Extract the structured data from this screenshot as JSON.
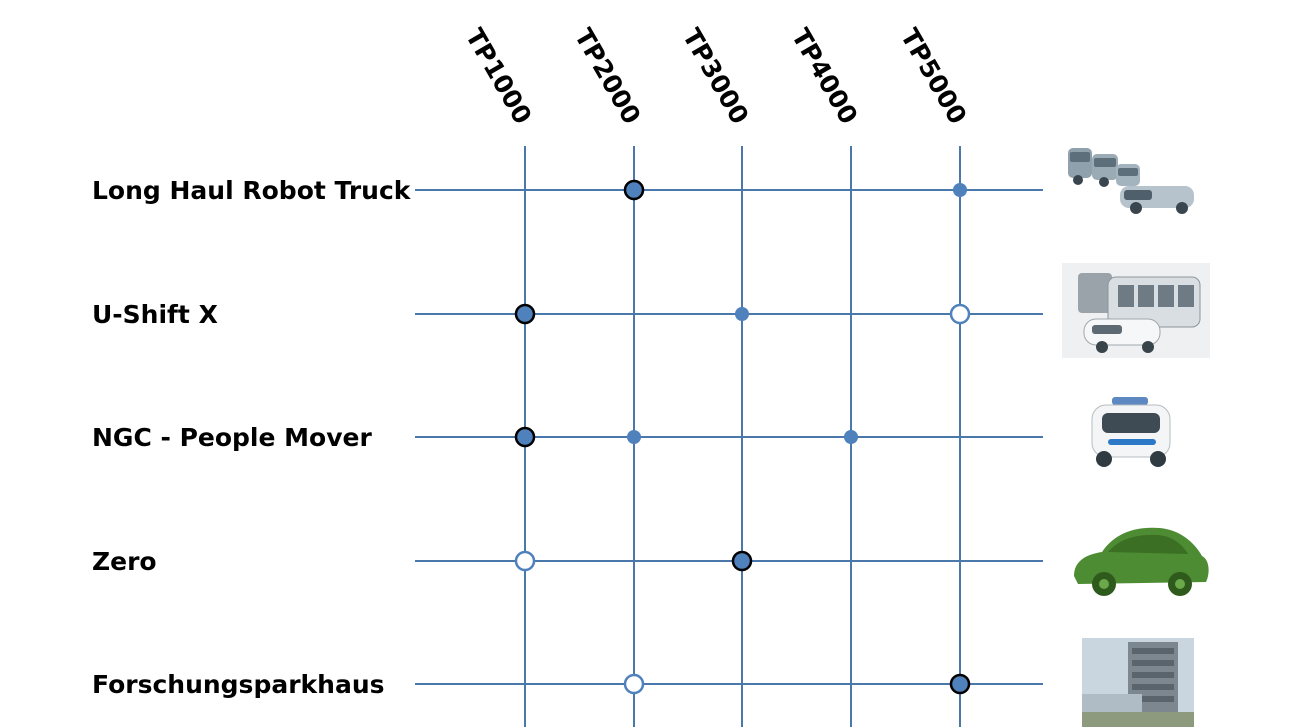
{
  "columns": [
    "TP1000",
    "TP2000",
    "TP3000",
    "TP4000",
    "TP5000"
  ],
  "rows": [
    {
      "label": "Long Haul Robot Truck",
      "image": "robot-truck-image",
      "cells": [
        "",
        "major",
        "",
        "",
        "minor"
      ]
    },
    {
      "label": "U-Shift X",
      "image": "u-shift-vehicle-image",
      "cells": [
        "major",
        "",
        "minor",
        "",
        "open"
      ]
    },
    {
      "label": "NGC - People Mover",
      "image": "people-mover-image",
      "cells": [
        "major",
        "minor",
        "",
        "minor",
        ""
      ]
    },
    {
      "label": "Zero",
      "image": "green-car-image",
      "cells": [
        "open",
        "",
        "major",
        "",
        ""
      ]
    },
    {
      "label": "Forschungsparkhaus",
      "image": "parking-building-image",
      "cells": [
        "",
        "open",
        "",
        "",
        "major"
      ]
    }
  ],
  "colors": {
    "grid": "#4a78ab",
    "marker_fill": "#4f81bd",
    "marker_major_stroke": "#000000",
    "marker_open_stroke": "#4f81bd"
  }
}
